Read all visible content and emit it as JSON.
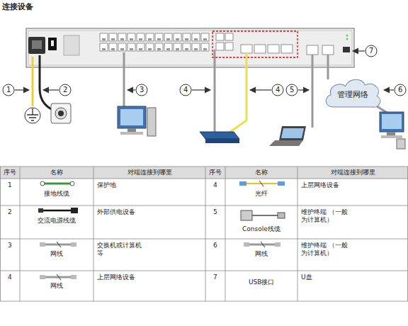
{
  "diagram": {
    "title": "连接设备",
    "nodes": [
      {
        "text": [
          "管理网络"
        ]
      }
    ],
    "labels": [
      "1",
      "2",
      "3",
      "4",
      "4",
      "5",
      "6",
      "7",
      "序号",
      "名称",
      "对端连接到哪里",
      "序号",
      "名称",
      "对端连接到哪里",
      "1",
      "接地线缆",
      "保护地",
      "4",
      "光纤",
      "上层网络设备",
      "2",
      "交流电源线缆",
      "外部供电设备",
      "5",
      "Console线缆",
      "维护终端 （一般为计算机）",
      "3",
      "网线",
      "交换机或计算机等",
      "6",
      "网线",
      "维护终端 （一般为计算机）",
      "4",
      "网线",
      "上层网络设备",
      "7",
      "USB接口",
      "U盘"
    ]
  }
}
